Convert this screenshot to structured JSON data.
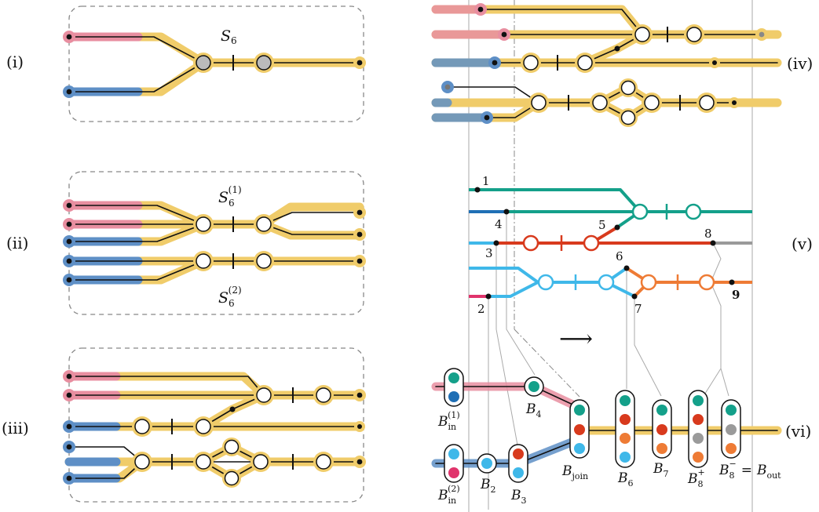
{
  "panels": {
    "i": "(i)",
    "ii": "(ii)",
    "iii": "(iii)",
    "iv": "(iv)",
    "v": "(v)",
    "vi": "(vi)"
  },
  "subgraphs": {
    "s6": "S",
    "s6_sub": "6",
    "s6_1_sup": "(1)",
    "s6_2_sup": "(2)"
  },
  "nodes": {
    "n1": "1",
    "n2": "2",
    "n3": "3",
    "n4": "4",
    "n5": "5",
    "n6": "6",
    "n7": "7",
    "n8": "8",
    "n9": "9"
  },
  "arrow": "⟶",
  "buffers": {
    "b_in1": "B",
    "b_in1_sub": "in",
    "b_in1_sup": "(1)",
    "b_in2": "B",
    "b_in2_sub": "in",
    "b_in2_sup": "(2)",
    "b2": "B",
    "b2_sub": "2",
    "b3": "B",
    "b3_sub": "3",
    "b4": "B",
    "b4_sub": "4",
    "bjoin": "B",
    "bjoin_sub": "join",
    "b6": "B",
    "b6_sub": "6",
    "b7": "B",
    "b7_sub": "7",
    "b8p": "B",
    "b8p_sub": "8",
    "b8p_sup": "+",
    "b8m": "B",
    "b8m_sub": "8",
    "b8m_sup": "−",
    "b8m_eq": "=",
    "bout": "B",
    "bout_sub": "out"
  },
  "colors": {
    "yellow": "#f0cc6a",
    "pink": "#e88ea0",
    "blue": "#5e8fc6",
    "teal": "#14a08a",
    "darkblue": "#1f6fb5",
    "red": "#d83a1d",
    "orange": "#ee7b35",
    "lightblue": "#3fb8e9",
    "magenta": "#e0346c",
    "gray": "#9a9a9a"
  }
}
